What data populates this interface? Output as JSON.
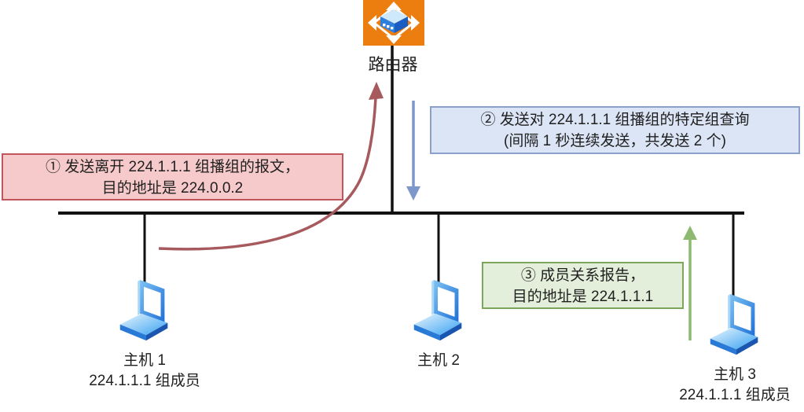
{
  "router": {
    "label": "路由器"
  },
  "hosts": [
    {
      "name": "主机 1",
      "membership": "224.1.1.1 组成员"
    },
    {
      "name": "主机 2"
    },
    {
      "name": "主机 3",
      "membership": "224.1.1.1 组成员"
    }
  ],
  "callouts": {
    "leave": {
      "line1": "① 发送离开 224.1.1.1 组播组的报文，",
      "line2": "目的地址是 224.0.0.2"
    },
    "query": {
      "line1": "② 发送对 224.1.1.1 组播组的特定组查询",
      "line2": "(间隔 1 秒连续发送，共发送 2 个)"
    },
    "report": {
      "line1": "③ 成员关系报告，",
      "line2": "目的地址是 224.1.1.1"
    }
  },
  "colors": {
    "leave_box_bg": "#f6caca",
    "leave_box_border": "#c0555c",
    "leave_arrow": "#a65a5e",
    "query_box_bg": "#dbe5f5",
    "query_box_border": "#8ba1cc",
    "query_arrow": "#7d97cb",
    "report_box_bg": "#e4efdb",
    "report_box_border": "#7ca65a",
    "report_arrow": "#8dba70",
    "network_line": "#111111",
    "router_icon_orange": "#ec7d0f",
    "laptop_blue": "#2f86e8"
  }
}
